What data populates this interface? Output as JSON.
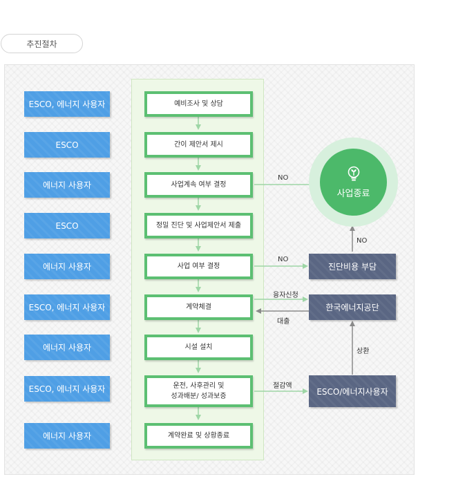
{
  "tab": {
    "label": "추진절차"
  },
  "actors": [
    "ESCO, 에너지 사용자",
    "ESCO",
    "에너지 사용자",
    "ESCO",
    "에너지 사용자",
    "ESCO, 에너지 사용자",
    "에너지 사용자",
    "ESCO, 에너지 사용자",
    "에너지 사용자"
  ],
  "steps": [
    {
      "label": "예비조사 및 상담"
    },
    {
      "label": "간이 제안서 제시"
    },
    {
      "label": "사업계속 여부 결정"
    },
    {
      "label": "정밀 진단 및 사업제안서 제출"
    },
    {
      "label": "사업 여부 결정"
    },
    {
      "label": "계약체결"
    },
    {
      "label": "시설 설치"
    },
    {
      "label_line1": "운전, 사후관리 및",
      "label_line2": "성과배분/ 성과보증"
    },
    {
      "label": "계약완료 및 상황종료"
    }
  ],
  "end": {
    "label": "사업종료",
    "icon": "lightbulb-sprout-icon"
  },
  "boxes": {
    "cost": "진단비용 부담",
    "agency": "한국에너지공단",
    "esco_user": "ESCO/에너지사용자"
  },
  "edge_labels": {
    "no1": "NO",
    "no2": "NO",
    "no3": "NO",
    "loan_apply": "융자신청",
    "loan": "대출",
    "repay": "상환",
    "savings": "절감액"
  },
  "colors": {
    "actor": "#4f9fe5",
    "step_border": "#5cbf72",
    "column_bg": "#eef8e7",
    "dark_box": "#5a6683",
    "end_circle": "#4cb96a",
    "arrow_green": "#9ed6a6",
    "arrow_grey": "#8a8a8a"
  }
}
